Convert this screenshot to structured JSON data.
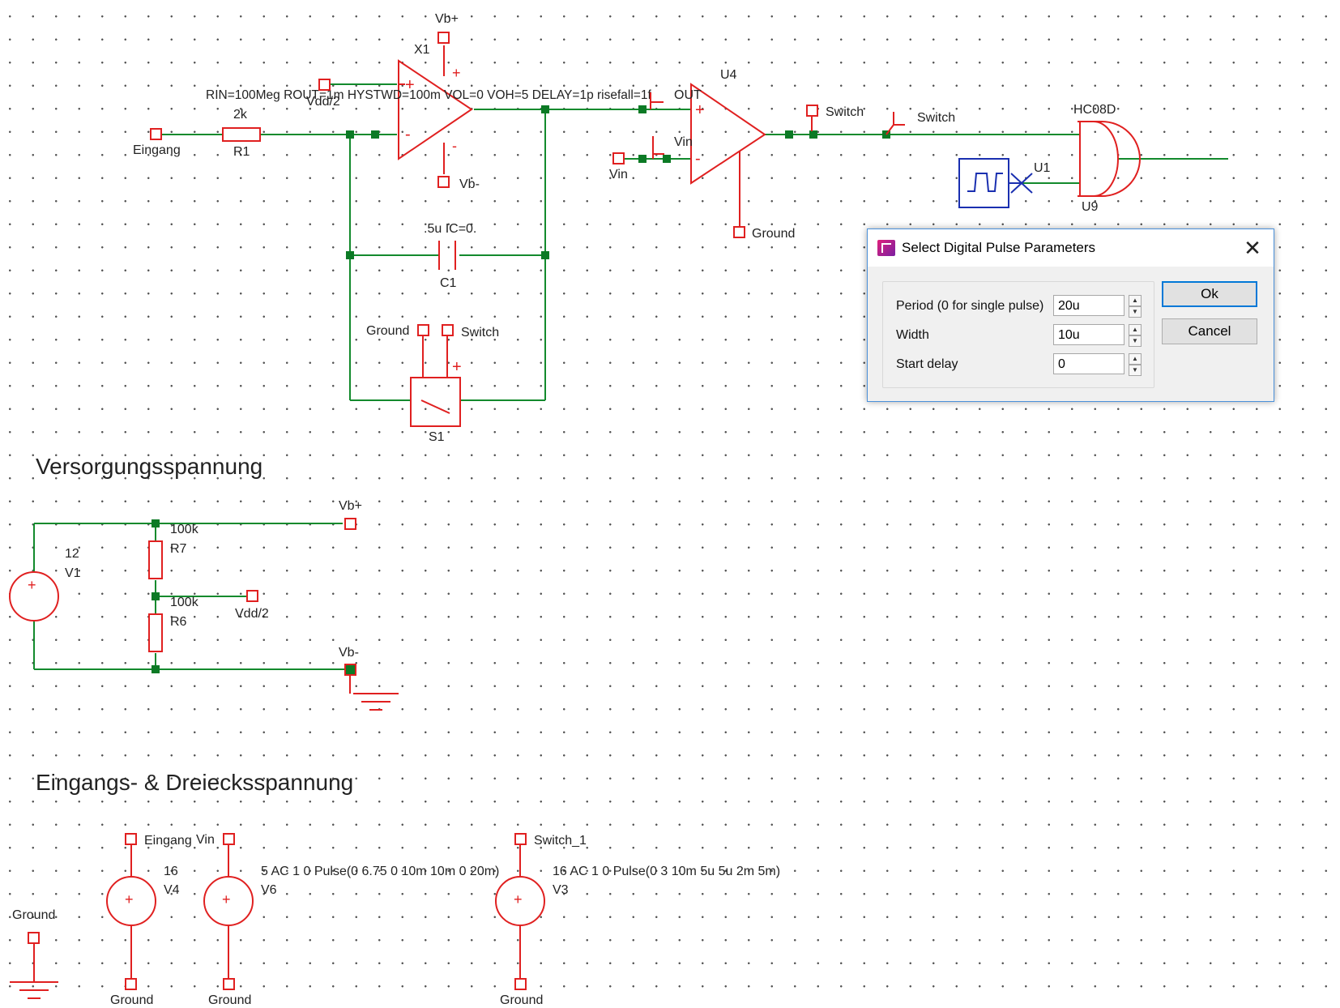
{
  "schematic": {
    "labels": {
      "opamp_name": "X1",
      "opamp_params": "RIN=100Meg ROUT=1m HYSTWD=100m VOL=0 VOH=5 DELAY=1p risefall=1f",
      "vdd2": "Vdd/2",
      "vbplus": "Vb+",
      "vbminus": "Vb-",
      "plus": "+",
      "minus": "-",
      "r1_value": "2k",
      "r1_name": "R1",
      "eingang": "Eingang",
      "c1_value": ".5u IC=0.",
      "c1_name": "C1",
      "ground": "Ground",
      "switch": "Switch",
      "s1_name": "S1",
      "u4_name": "U4",
      "out": "OUT",
      "vin": "Vin",
      "hc08d": "HC08D",
      "u1_name": "U1",
      "u9_name": "U9",
      "section_supply": "Versorgungsspannung",
      "v1_value": "12",
      "v1_name": "V1",
      "r7_value": "100k",
      "r7_name": "R7",
      "r6_value": "100k",
      "r6_name": "R6",
      "section_input": "Eingangs- & Dreiecksspannung",
      "v4_value": "16",
      "v4_name": "V4",
      "v6_params": "5 AC 1 0 Pulse(0 6.75 0 10m 10m 0 20m)",
      "v6_name": "V6",
      "switch_1": "Switch_1",
      "v3_params": "16 AC 1 0 Pulse(0 3 10m 5u 5u 2m 5m)",
      "v3_name": "V3"
    }
  },
  "dialog": {
    "title": "Select Digital Pulse Parameters",
    "close_icon": "close-icon",
    "fields": [
      {
        "label": "Period (0 for single pulse)",
        "value": "20u"
      },
      {
        "label": "Width",
        "value": "10u"
      },
      {
        "label": "Start delay",
        "value": "0"
      }
    ],
    "ok_label": "Ok",
    "cancel_label": "Cancel"
  }
}
